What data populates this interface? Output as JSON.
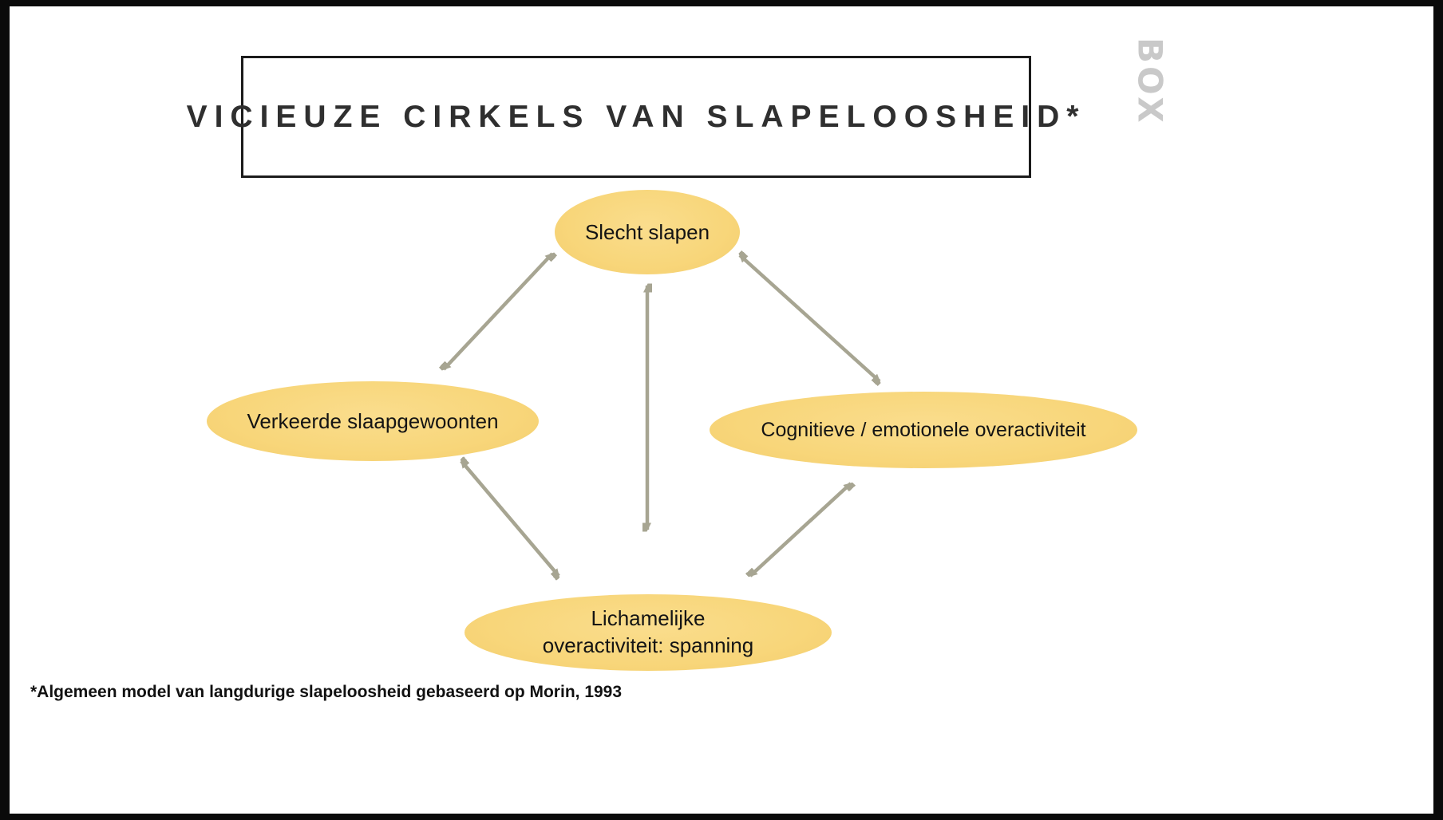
{
  "slide": {
    "title": "VICIEUZE CIRKELS VAN SLAPELOOSHEID*",
    "footnote": "*Algemeen model van langdurige slapeloosheid gebaseerd op Morin, 1993",
    "watermark": "BOX"
  },
  "diagram": {
    "nodes": [
      {
        "id": "slecht-slapen",
        "label": "Slecht slapen"
      },
      {
        "id": "verkeerde-slaapgewoonten",
        "label": "Verkeerde slaapgewoonten"
      },
      {
        "id": "cognitieve-emotionele-overactiviteit",
        "label": "Cognitieve / emotionele overactiviteit"
      },
      {
        "id": "lichamelijke-overactiviteit",
        "label_line1": "Lichamelijke",
        "label_line2": "overactiviteit: spanning"
      }
    ],
    "edges": [
      {
        "from": "verkeerde-slaapgewoonten",
        "to": "slecht-slapen",
        "bidirectional": true
      },
      {
        "from": "slecht-slapen",
        "to": "lichamelijke-overactiviteit",
        "bidirectional": true
      },
      {
        "from": "slecht-slapen",
        "to": "cognitieve-emotionele-overactiviteit",
        "bidirectional": true
      },
      {
        "from": "verkeerde-slaapgewoonten",
        "to": "lichamelijke-overactiviteit",
        "bidirectional": true
      },
      {
        "from": "cognitieve-emotionele-overactiviteit",
        "to": "lichamelijke-overactiviteit",
        "bidirectional": true
      }
    ]
  },
  "colors": {
    "ellipse-fill": "#f8d67a",
    "arrow": "#a7a592",
    "title-text": "#2f2f2f",
    "node-text": "#141414",
    "background": "#ffffff",
    "frame": "#0a0a0a",
    "watermark": "#c9c9c9"
  }
}
